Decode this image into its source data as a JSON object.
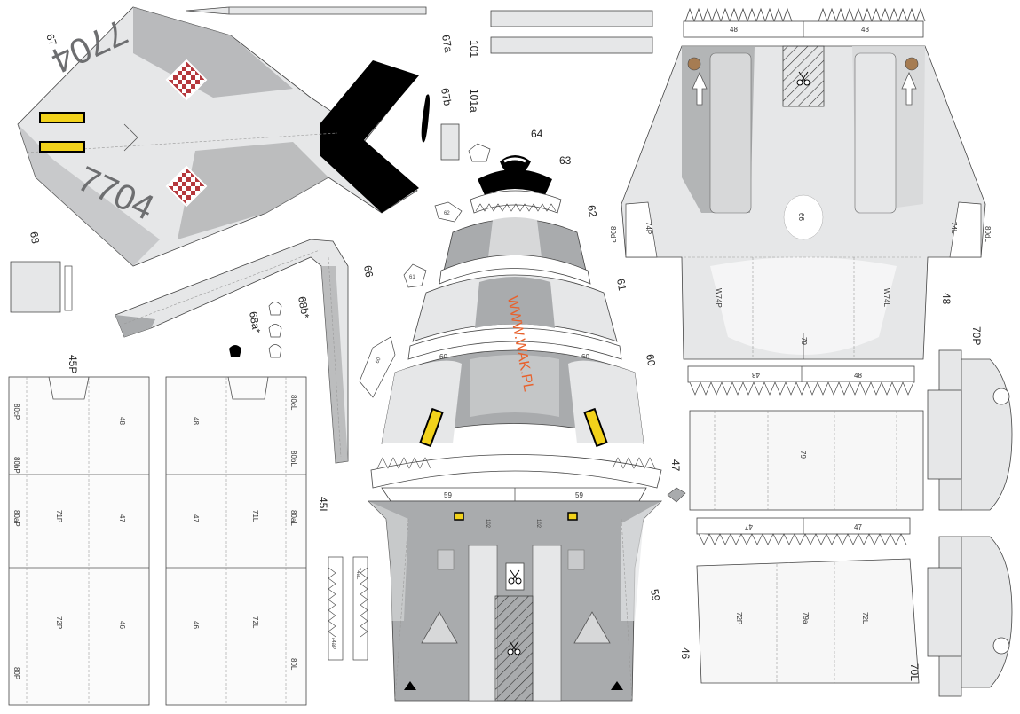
{
  "colors": {
    "paper": "#ffffff",
    "skin_light": "#e6e7e8",
    "skin_grey": "#a9abad",
    "black": "#000000",
    "yellow": "#f2d21b",
    "marking_red": "#b5373c",
    "watermark": "#e8612c"
  },
  "icons": [
    "scissors-icon",
    "arrow-up-icon",
    "checkerboard-roundel-icon"
  ],
  "watermark": "WWW.WAK.PL",
  "aircraft_number": "7704",
  "part_labels": {
    "p67": "67",
    "p67a": "67a",
    "p67b": "67b",
    "p101": "101",
    "p101a": "101a",
    "p64": "64",
    "p63": "63",
    "p62": "62",
    "p61": "61",
    "p60": "60",
    "p59": "59",
    "p66": "66",
    "p68": "68",
    "p68a": "68a*",
    "p68b": "68b*",
    "p45P": "45P",
    "p45L": "45L",
    "p48": "48",
    "p47": "47",
    "p46": "46",
    "p70P": "70P",
    "p70L": "70L"
  },
  "panel_numbers": {
    "n48": "48",
    "n47": "47",
    "n46": "46",
    "n79": "79",
    "n79a": "79a",
    "n71P": "71P",
    "n71L": "71L",
    "n72P": "72P",
    "n72L": "72L",
    "n74P": "74P",
    "n74L": "74L",
    "n80P": "80P",
    "n80L": "80L",
    "n80aP": "80aP",
    "n80aL": "80aL",
    "n80bP": "80bP",
    "n80bL": "80bL",
    "n80cP": "80cP",
    "n80cL": "80cL",
    "n80dP": "80dP",
    "n80dL": "80dL",
    "n66": "66",
    "n60": "60",
    "n59": "59",
    "n62": "62",
    "n63": "63",
    "n61": "61",
    "nW74P": "W74P",
    "nW74L": "W74L",
    "n102": "102",
    "n74aP": "74aP",
    "n74aL": "74aL"
  }
}
